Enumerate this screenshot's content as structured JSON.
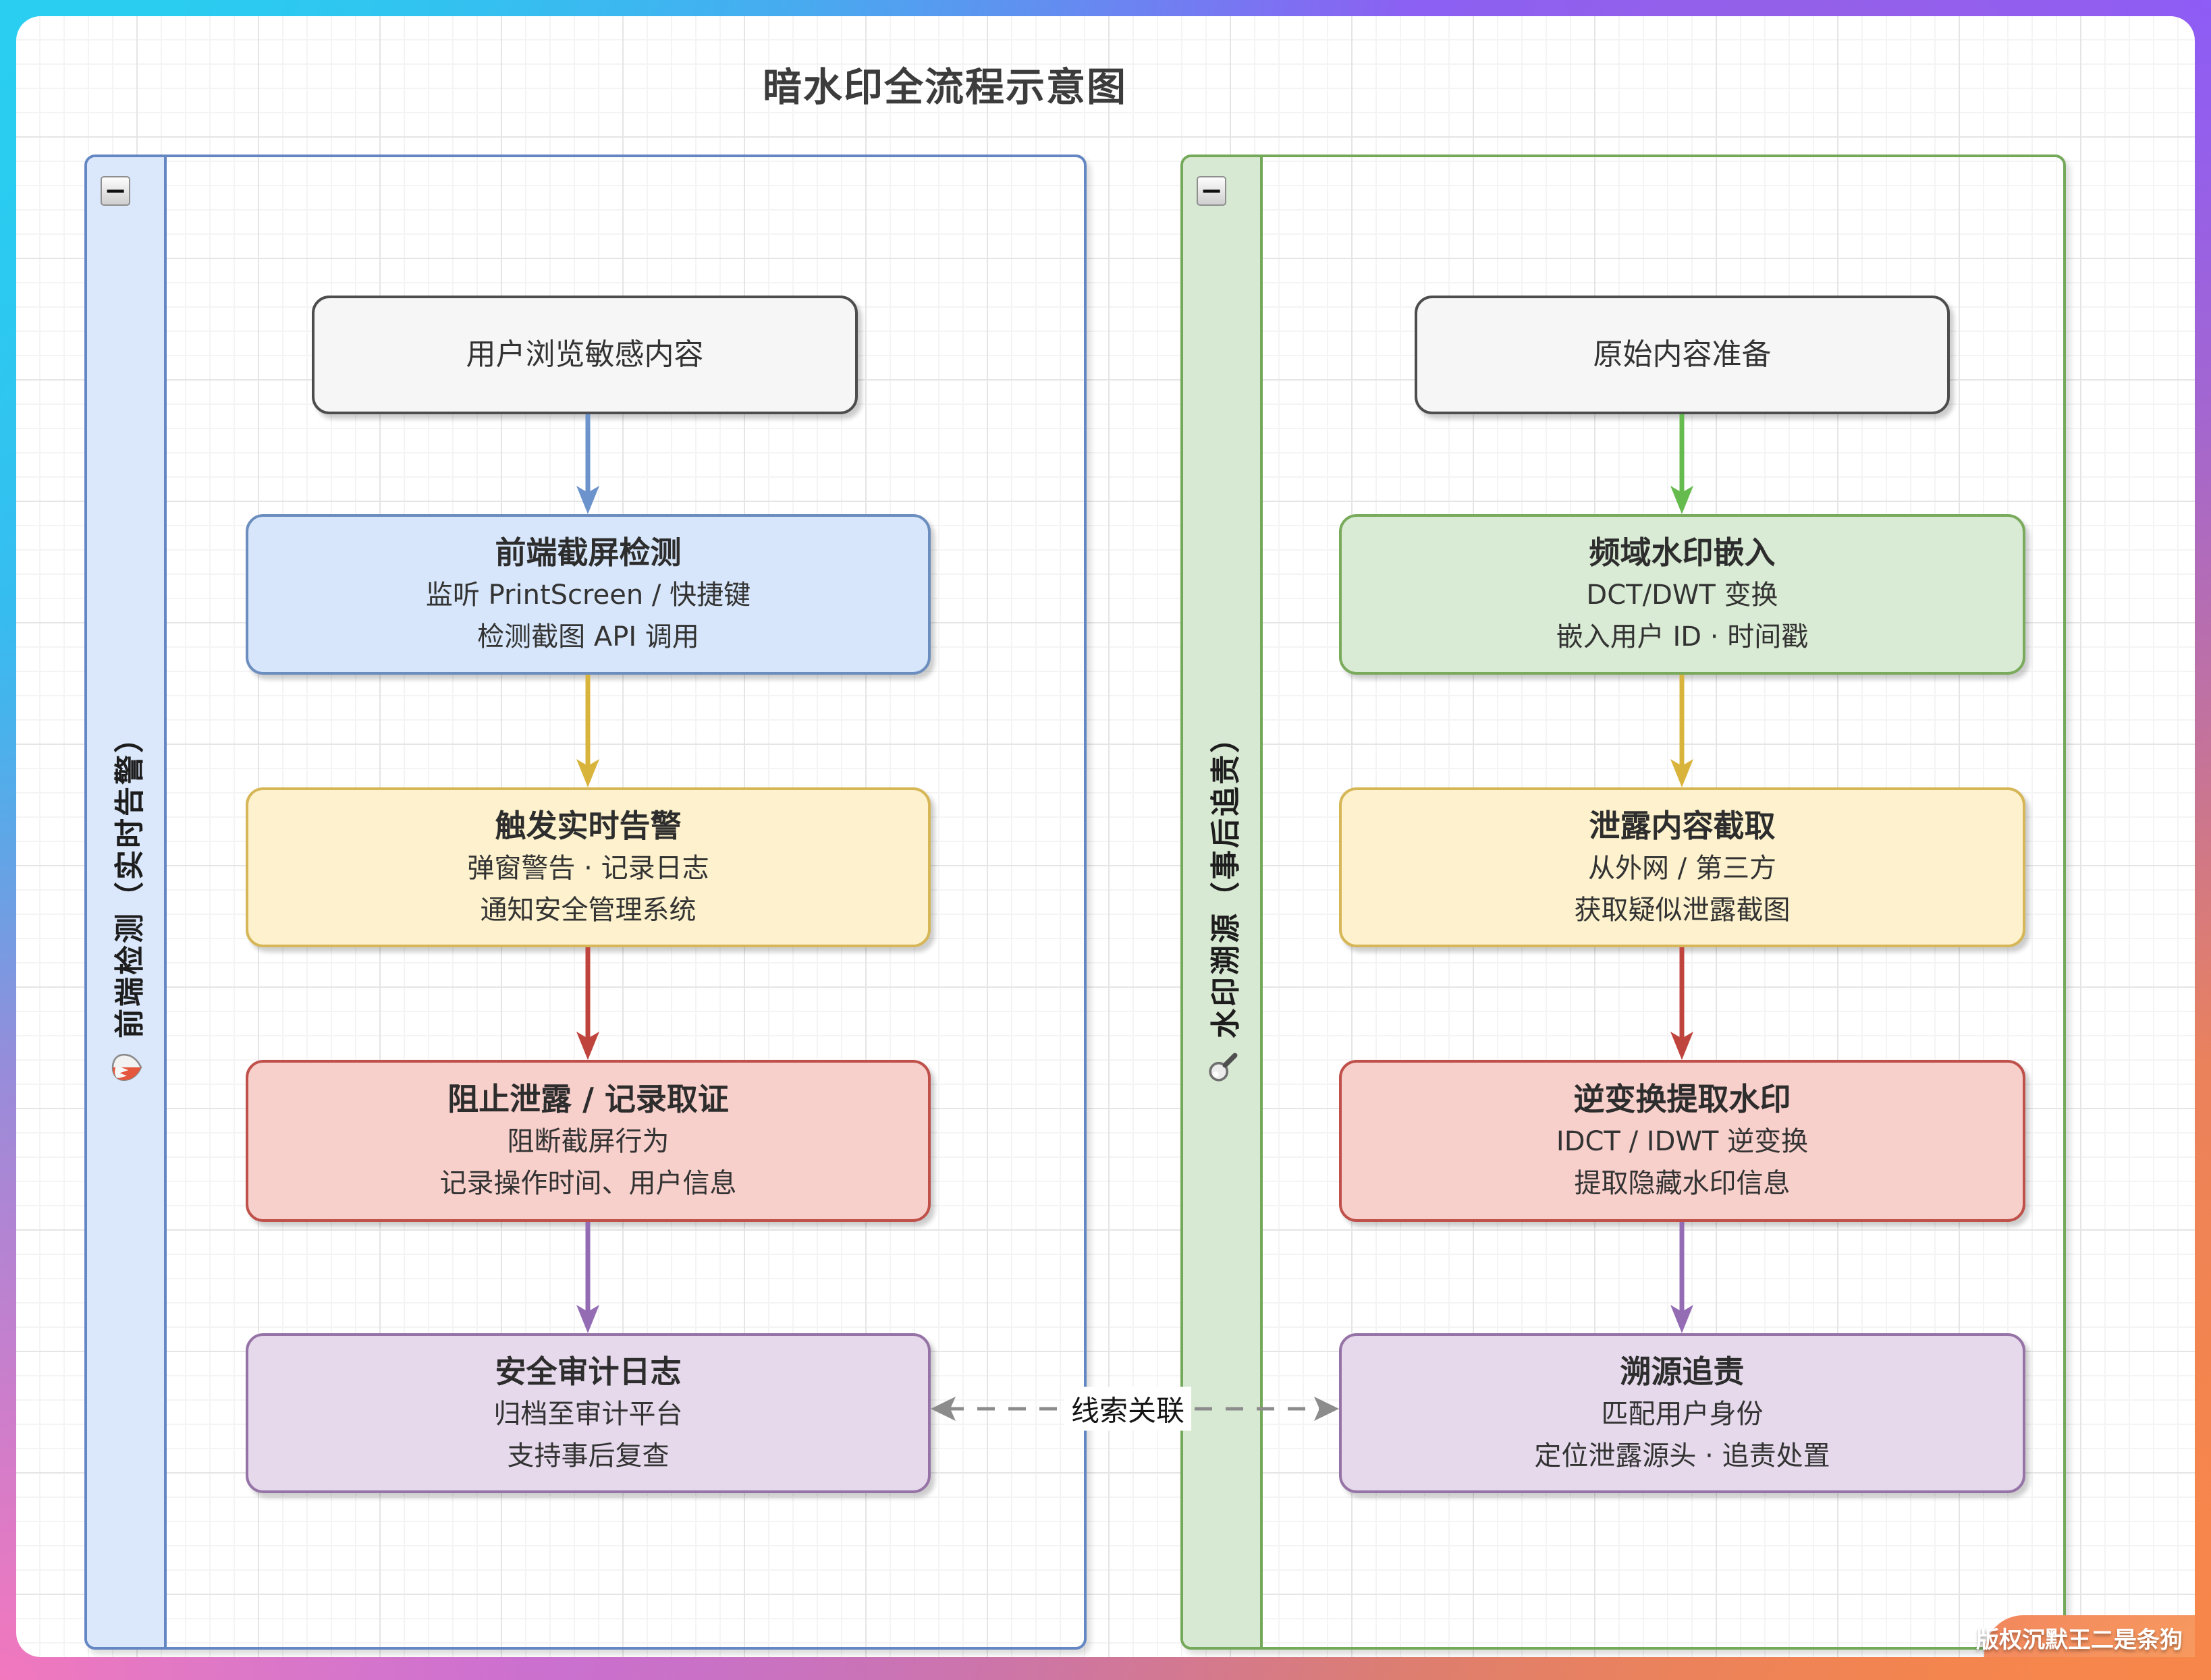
{
  "page": {
    "title": "暗水印全流程示意图",
    "watermark": "版权沉默王二是条狗"
  },
  "ui": {
    "collapse_glyph": "−"
  },
  "connector": {
    "label": "线索关联",
    "style": "dashed-double-arrow"
  },
  "palette": {
    "node_gray_bg": "#f6f6f6",
    "node_gray_border": "#4d4d4d",
    "node_blue_bg": "#d7e6fa",
    "node_blue_border": "#6c8ebf",
    "node_yellow_bg": "#fdf2cd",
    "node_yellow_border": "#d6b656",
    "node_red_bg": "#f7cfcb",
    "node_red_border": "#bf504a",
    "node_purple_bg": "#e5d9eb",
    "node_purple_border": "#9673a6",
    "node_green_bg": "#d9ebd4",
    "node_green_border": "#7aab5c",
    "group_left_border": "#6487c4",
    "group_left_bar": "#dbe8fb",
    "group_right_border": "#74a95a",
    "group_right_bar": "#d8e9d3",
    "frame_top_left": "#29ceF0",
    "frame_top_right": "#8e5cf6",
    "frame_bottom_left": "#f278be",
    "frame_bottom_right": "#f7864a"
  },
  "arrows": {
    "blue": "#6d93cc",
    "green": "#66bb4e",
    "yellow": "#d9b43c",
    "red": "#c0443e",
    "purple": "#936cb4",
    "dashed": "#8c8c8c"
  },
  "groups": [
    {
      "label": "前端检测（实时告警）",
      "icon": "fang-emoji-icon",
      "nodes": [
        {
          "title": "用户浏览敏感内容",
          "lines": []
        },
        {
          "title": "前端截屏检测",
          "lines": [
            "监听 PrintScreen / 快捷键",
            "检测截图 API 调用"
          ]
        },
        {
          "title": "触发实时告警",
          "lines": [
            "弹窗警告 · 记录日志",
            "通知安全管理系统"
          ]
        },
        {
          "title": "阻止泄露 / 记录取证",
          "lines": [
            "阻断截屏行为",
            "记录操作时间、用户信息"
          ]
        },
        {
          "title": "安全审计日志",
          "lines": [
            "归档至审计平台",
            "支持事后复查"
          ]
        }
      ]
    },
    {
      "label": "水印溯源（事后追责）",
      "icon": "magnifier-icon",
      "nodes": [
        {
          "title": "原始内容准备",
          "lines": []
        },
        {
          "title": "频域水印嵌入",
          "lines": [
            "DCT/DWT 变换",
            "嵌入用户 ID · 时间戳"
          ]
        },
        {
          "title": "泄露内容截取",
          "lines": [
            "从外网 / 第三方",
            "获取疑似泄露截图"
          ]
        },
        {
          "title": "逆变换提取水印",
          "lines": [
            "IDCT / IDWT 逆变换",
            "提取隐藏水印信息"
          ]
        },
        {
          "title": "溯源追责",
          "lines": [
            "匹配用户身份",
            "定位泄露源头 · 追责处置"
          ]
        }
      ]
    }
  ]
}
